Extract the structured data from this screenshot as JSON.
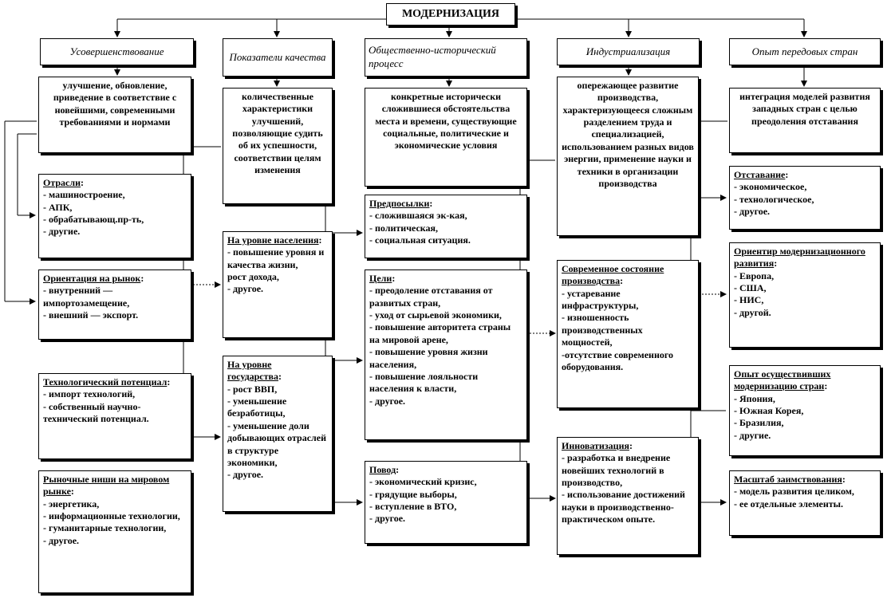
{
  "title": "МОДЕРНИЗАЦИЯ",
  "columns": [
    {
      "header": "Усовершенствование"
    },
    {
      "header": "Показатели качества"
    },
    {
      "header": "Общественно-исторический процесс"
    },
    {
      "header": "Индустриализация"
    },
    {
      "header": "Опыт передовых стран"
    }
  ],
  "definitions": {
    "usover": "улучшение, обновление, приведение в соответствие с новейшими, современными требованиями и нормами",
    "pokaz": "количественные характеристики улучшений, позволяющие судить об их успешности, соответствии целям изменения",
    "obsch": "конкретные исторически сложившиеся обстоятельства места и времени, существующие социальные, политические и экономические условия",
    "indus": "опережающее развитие производства, характеризующееся сложным разделением труда и специализацией, использованием разных видов энергии, применение науки и техники в организации производства",
    "opyt": "интеграция моделей развития западных стран с целью преодоления отставания"
  },
  "col1": {
    "otrasli": {
      "title": "Отрасли",
      "items": [
        "- машиностроение,",
        "- АПК,",
        "- обрабатывающ.пр-ть,",
        "- другие."
      ]
    },
    "orientacia": {
      "title": "Ориентация на рынок",
      "items": [
        "- внутренний —",
        "импортозамещение,",
        "- внешний — экспорт."
      ]
    },
    "tehpot": {
      "title": "Технологический потенциал",
      "items": [
        "- импорт технологий,",
        "- собственный научно-технический потенциал."
      ]
    },
    "nishi": {
      "title": "Рыночные ниши на мировом рынке",
      "items": [
        "- энергетика,",
        "- информационные технологии,",
        "- гуманитарные технологии,",
        "- другое."
      ]
    }
  },
  "col2": {
    "naselenie": {
      "title": "На уровне населения",
      "items": [
        "- повышение уровня и качества жизни,",
        "рост дохода,",
        "- другое."
      ]
    },
    "gosudarstvo": {
      "title": "На уровне государства",
      "items": [
        "- рост ВВП,",
        "- уменьшение безработицы,",
        "- уменьшение доли добывающих отраслей в структуре экономики,",
        "- другое."
      ]
    }
  },
  "col3": {
    "predposylki": {
      "title": "Предпосылки",
      "items": [
        "- сложившаяся эк-кая,",
        "- политическая,",
        "- социальная ситуация."
      ]
    },
    "celi": {
      "title": "Цели",
      "items": [
        "- преодоление отставания от развитых стран,",
        "- уход от сырьевой экономики,",
        "- повышение авторитета страны на мировой арене,",
        "- повышение уровня жизни населения,",
        "- повышение лояльности населения к власти,",
        "- другое."
      ]
    },
    "povod": {
      "title": "Повод",
      "items": [
        "- экономический кризис,",
        "- грядущие выборы,",
        "- вступление в ВТО,",
        "- другое."
      ]
    }
  },
  "col4": {
    "sostoyanie": {
      "title": "Современное состояние производства",
      "items": [
        "- устаревание инфраструктуры,",
        "- изношенность производственных мощностей,",
        "-отсутствие современного оборудования."
      ]
    },
    "innovatizacia": {
      "title": "Инноватизация",
      "items": [
        "- разработка и внедрение новейших технологий в производство,",
        "- использование достижений науки в производственно-практическом опыте."
      ]
    }
  },
  "col5": {
    "otstavanie": {
      "title": "Отставание",
      "items": [
        "- экономическое,",
        "- технологическое,",
        "- другое."
      ]
    },
    "orientir": {
      "title": "Ориентир модернизационного развития",
      "items": [
        "- Европа,",
        "- США,",
        "- НИС,",
        "- другой."
      ]
    },
    "opytstran": {
      "title": "Опыт осуществивших модернизацию стран",
      "items": [
        "- Япония,",
        "- Южная Корея,",
        "- Бразилия,",
        "- другие."
      ]
    },
    "masshtab": {
      "title": "Масштаб заимствования",
      "items": [
        "- модель развития целиком,",
        "- ее отдельные элементы."
      ]
    }
  }
}
